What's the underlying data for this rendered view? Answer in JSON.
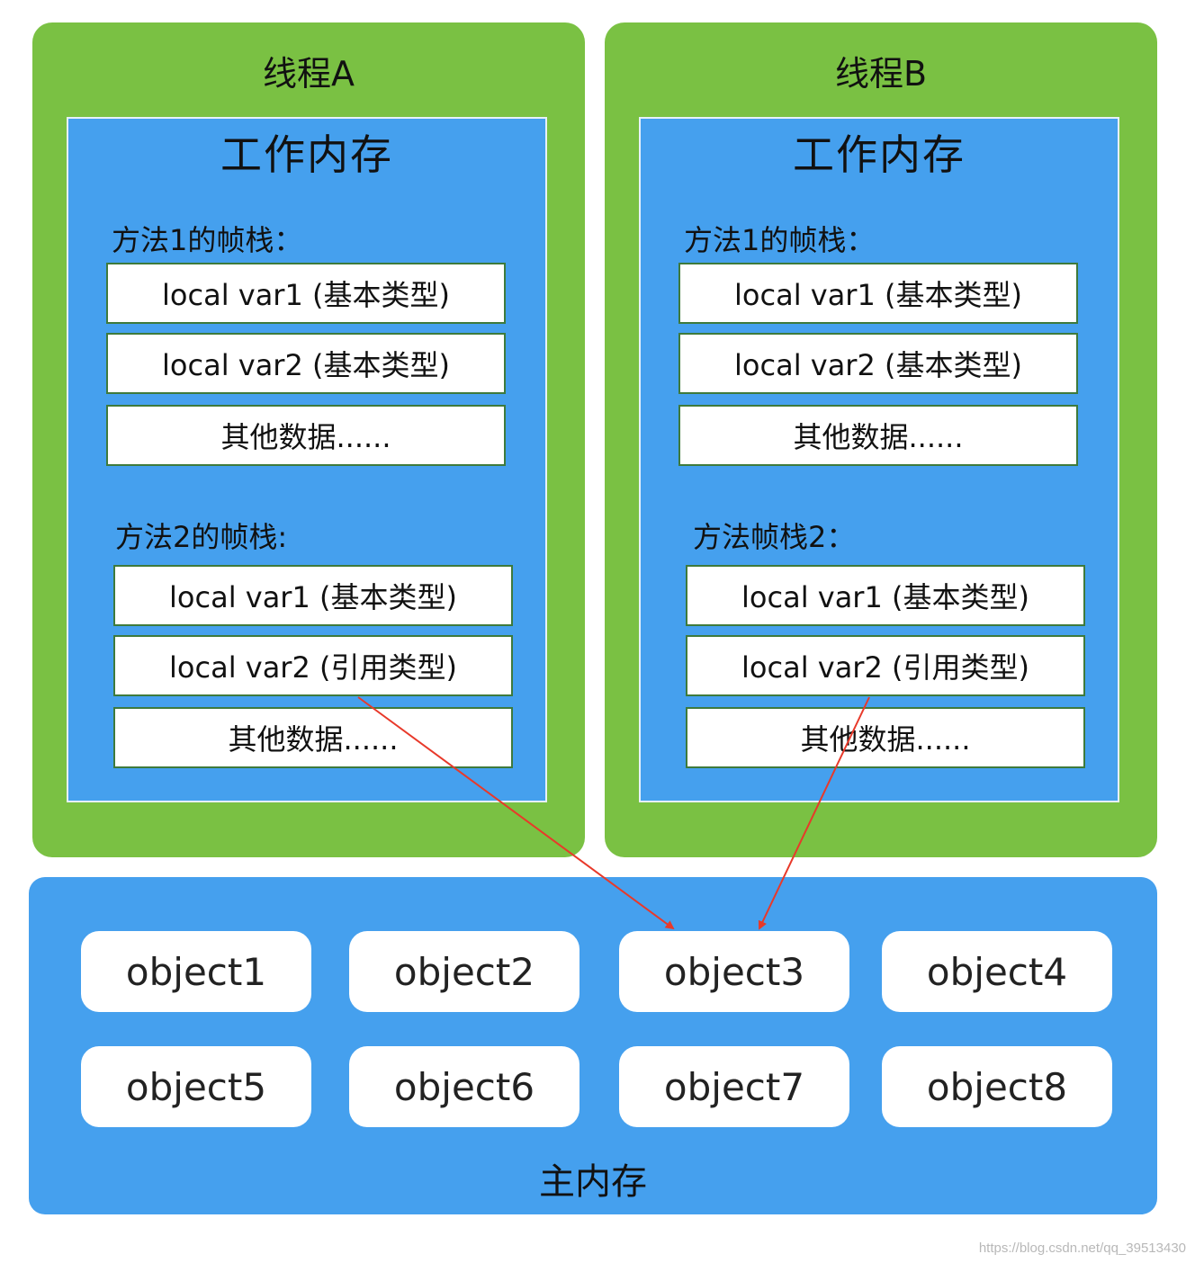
{
  "threads": [
    {
      "title": "线程A",
      "work_memory_title": "工作内存",
      "frame1": {
        "label": "方法1的帧栈：",
        "cells": [
          "local var1 (基本类型)",
          "local var2 (基本类型)",
          "其他数据......"
        ]
      },
      "frame2": {
        "label": "方法2的帧栈:",
        "cells": [
          "local var1 (基本类型)",
          "local var2 (引用类型)",
          "其他数据......"
        ]
      }
    },
    {
      "title": "线程B",
      "work_memory_title": "工作内存",
      "frame1": {
        "label": "方法1的帧栈：",
        "cells": [
          "local var1 (基本类型)",
          "local var2 (基本类型)",
          "其他数据......"
        ]
      },
      "frame2": {
        "label": "方法帧栈2：",
        "cells": [
          "local var1 (基本类型)",
          "local var2 (引用类型)",
          "其他数据......"
        ]
      }
    }
  ],
  "main_memory": {
    "title": "主内存",
    "objects": [
      "object1",
      "object2",
      "object3",
      "object4",
      "object5",
      "object6",
      "object7",
      "object8"
    ]
  },
  "arrow_color": "#e8392a",
  "watermark": "https://blog.csdn.net/qq_39513430"
}
